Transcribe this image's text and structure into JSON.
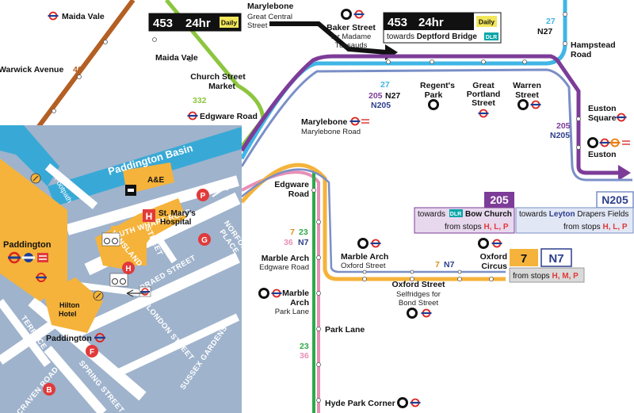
{
  "colors": {
    "route_453": "#111111",
    "route_332": "#8cc63f",
    "route_46": "#b45f23",
    "route_27": "#3fb6e6",
    "route_205": "#7d3c98",
    "route_7": "#f5b33b",
    "route_23": "#2eaa4a",
    "route_36": "#e88fb6",
    "route_n205": "#7a8fc7",
    "inset_bg": "#9fb3cc",
    "inset_building": "#f5b33b",
    "inset_water": "#38a9d6",
    "marker_red": "#e13a3a"
  },
  "route_labels": {
    "r46": "46",
    "r332": "332",
    "r27_top": "27",
    "n27_top": "N27",
    "r27_mid": "27",
    "r205_mid": "205",
    "n27_mid": "N27",
    "n205_mid": "N205",
    "r205_right": "205",
    "n205_right": "N205",
    "r7_oxford": "7",
    "n7_oxford": "N7",
    "r7_marble": "7",
    "r23_marble": "23",
    "r36_marble": "36",
    "n7_marble": "N7",
    "r23_parklane": "23",
    "r36_parklane": "36"
  },
  "stops": {
    "maida_vale_top": "Maida Vale",
    "warwick_avenue": "Warwick Avenue",
    "maida_vale": "Maida Vale",
    "church_street_market": "Church Street\nMarket",
    "edgware_road_top": "Edgware Road",
    "marylebone_top": "Marylebone",
    "marylebone_top_sub": "Great Central\nStreet",
    "baker_street": "Baker Street",
    "baker_street_sub": "for Madame\nTussauds",
    "hampstead_road": "Hampstead\nRoad",
    "regents_park": "Regent's\nPark",
    "great_portland_street": "Great\nPortland\nStreet",
    "warren_street": "Warren\nStreet",
    "euston_square": "Euston\nSquare",
    "euston": "Euston",
    "marylebone": "Marylebone",
    "marylebone_sub": "Marylebone Road",
    "edgware_road": "Edgware\nRoad",
    "marble_arch_edgware": "Marble Arch",
    "marble_arch_edgware_sub": "Edgware Road",
    "marble_arch_oxford": "Marble Arch",
    "marble_arch_oxford_sub": "Oxford Street",
    "oxford_circus": "Oxford\nCircus",
    "oxford_street": "Oxford Street",
    "oxford_street_sub": "Selfridges for\nBond Street",
    "marble_arch_park": "Marble\nArch",
    "marble_arch_park_sub": "Park Lane",
    "park_lane": "Park Lane",
    "hyde_park_corner": "Hyde Park Corner"
  },
  "destination_boxes": {
    "box_453_left": {
      "route": "453",
      "tag": "24hr",
      "freq": "Daily"
    },
    "box_453_right": {
      "route": "453",
      "tag": "24hr",
      "freq": "Daily",
      "towards_prefix": "towards",
      "towards": "Deptford Bridge",
      "dlr": "DLR"
    },
    "box_205": {
      "route": "205",
      "towards_prefix": "towards",
      "dlr": "DLR",
      "towards": "Bow Church",
      "stops_prefix": "from stops",
      "stops": "H, L, P"
    },
    "box_n205": {
      "route": "N205",
      "towards_prefix": "towards",
      "towards": "Leyton",
      "towards_suffix": "Drapers Fields",
      "stops_prefix": "from stops",
      "stops": "H, L, P"
    },
    "box_7_n7": {
      "route_a": "7",
      "route_b": "N7",
      "stops_prefix": "from stops",
      "stops": "H, M, P"
    }
  },
  "inset": {
    "paddington_basin": "Paddington Basin",
    "footpath": "Footpath",
    "ae": "A&E",
    "south_wharf_road": "SOUTH WHARF ROAD",
    "st_marys": "St. Mary's\nHospital",
    "paddington": "Paddington",
    "paddington_station": "Paddington",
    "winsland": "WINSLAND",
    "street": "STREET",
    "praed_street": "PRAED STREET",
    "norfolk_place": "NORFOLK\nPLACE",
    "hilton_hotel": "Hilton\nHotel",
    "london_street": "LONDON STREET",
    "sussex_gardens": "SUSSEX  GARDENS",
    "terrace": "TERRACE",
    "spring_street": "SPRING STREET",
    "craven_road": "CRAVEN  ROAD",
    "markers": [
      {
        "letter": "P"
      },
      {
        "letter": "H"
      },
      {
        "letter": "G"
      },
      {
        "letter": "H"
      },
      {
        "letter": "F"
      },
      {
        "letter": "B"
      }
    ]
  }
}
